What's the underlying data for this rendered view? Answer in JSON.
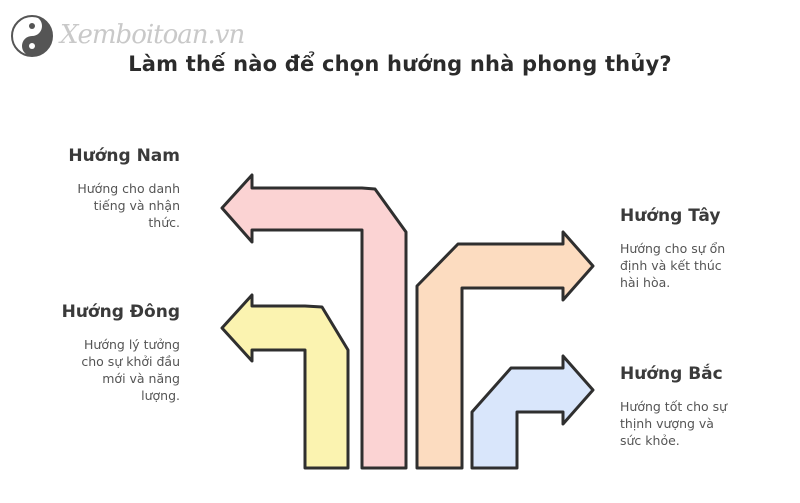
{
  "logo": {
    "text": "Xemboitoan.vn",
    "icon": "yin-yang-icon"
  },
  "title": "Làm thế nào để chọn hướng nhà phong thủy?",
  "directions": [
    {
      "id": "nam",
      "name": "Hướng Nam",
      "desc": [
        "Hướng cho danh",
        "tiếng và nhận",
        "thức."
      ],
      "color": "#fbd3d3"
    },
    {
      "id": "dong",
      "name": "Hướng Đông",
      "desc": [
        "Hướng lý tưởng",
        "cho sự khởi đầu",
        "mới và năng",
        "lượng."
      ],
      "color": "#fbf3b0"
    },
    {
      "id": "tay",
      "name": "Hướng Tây",
      "desc": [
        "Hướng cho sự ổn",
        "định và kết thúc",
        "hài hòa."
      ],
      "color": "#fcdcc0"
    },
    {
      "id": "bac",
      "name": "Hướng Bắc",
      "desc": [
        "Hướng tốt cho sự",
        "thịnh vượng và",
        "sức khỏe."
      ],
      "color": "#d9e6fb"
    }
  ]
}
